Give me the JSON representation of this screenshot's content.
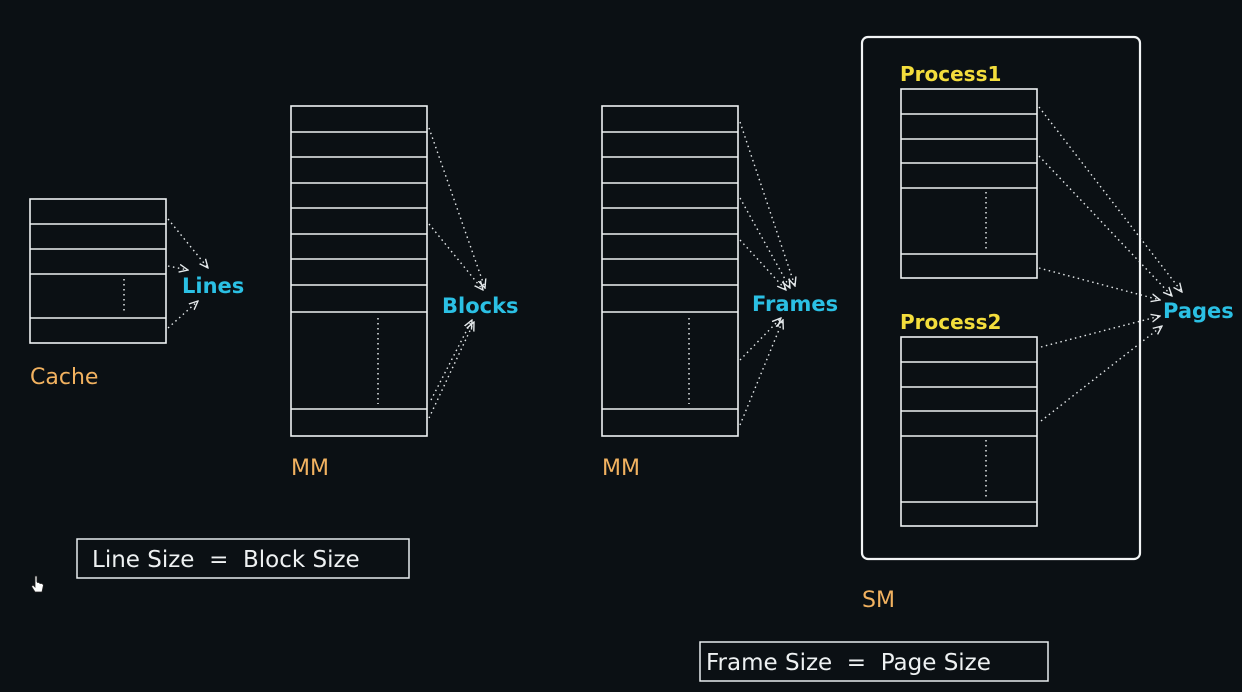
{
  "labels": {
    "cache": "Cache",
    "lines": "Lines",
    "mm_left": "MM",
    "blocks": "Blocks",
    "mm_right": "MM",
    "frames": "Frames",
    "process1": "Process1",
    "process2": "Process2",
    "pages": "Pages",
    "sm": "SM"
  },
  "formulas": {
    "line_block": "Line Size  =  Block Size",
    "frame_page": "Frame Size  =  Page Size"
  },
  "colors": {
    "background": "#0b1014",
    "container_label": "#f2b260",
    "process_label": "#f3dd3c",
    "unit_label": "#2bc0e4",
    "stroke": "#eef1f2"
  },
  "icons": {
    "cursor": "hand-pointer-icon"
  }
}
